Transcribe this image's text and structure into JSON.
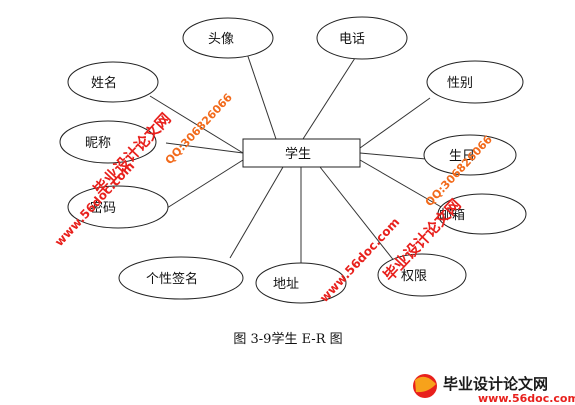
{
  "diagram": {
    "entity": {
      "label": "学生"
    },
    "attributes": [
      {
        "id": "avatar",
        "label": "头像"
      },
      {
        "id": "phone",
        "label": "电话"
      },
      {
        "id": "name",
        "label": "姓名"
      },
      {
        "id": "gender",
        "label": "性别"
      },
      {
        "id": "nickname",
        "label": "昵称"
      },
      {
        "id": "birthday",
        "label": "生日"
      },
      {
        "id": "password",
        "label": "密码"
      },
      {
        "id": "email",
        "label": "邮箱"
      },
      {
        "id": "signature",
        "label": "个性签名"
      },
      {
        "id": "address",
        "label": "地址"
      },
      {
        "id": "permission",
        "label": "权限"
      }
    ],
    "caption": "图 3-9学生 E-R 图"
  },
  "watermarks": {
    "site_cn": "毕业设计论文网",
    "url": "www.56doc.com",
    "qq": "QQ:306826066"
  },
  "logo": {
    "title": "毕业设计论文网",
    "url": "www.56doc.com"
  },
  "colors": {
    "watermark_red": "#e8201c",
    "watermark_orange": "#f26a1b",
    "line": "#333333"
  }
}
